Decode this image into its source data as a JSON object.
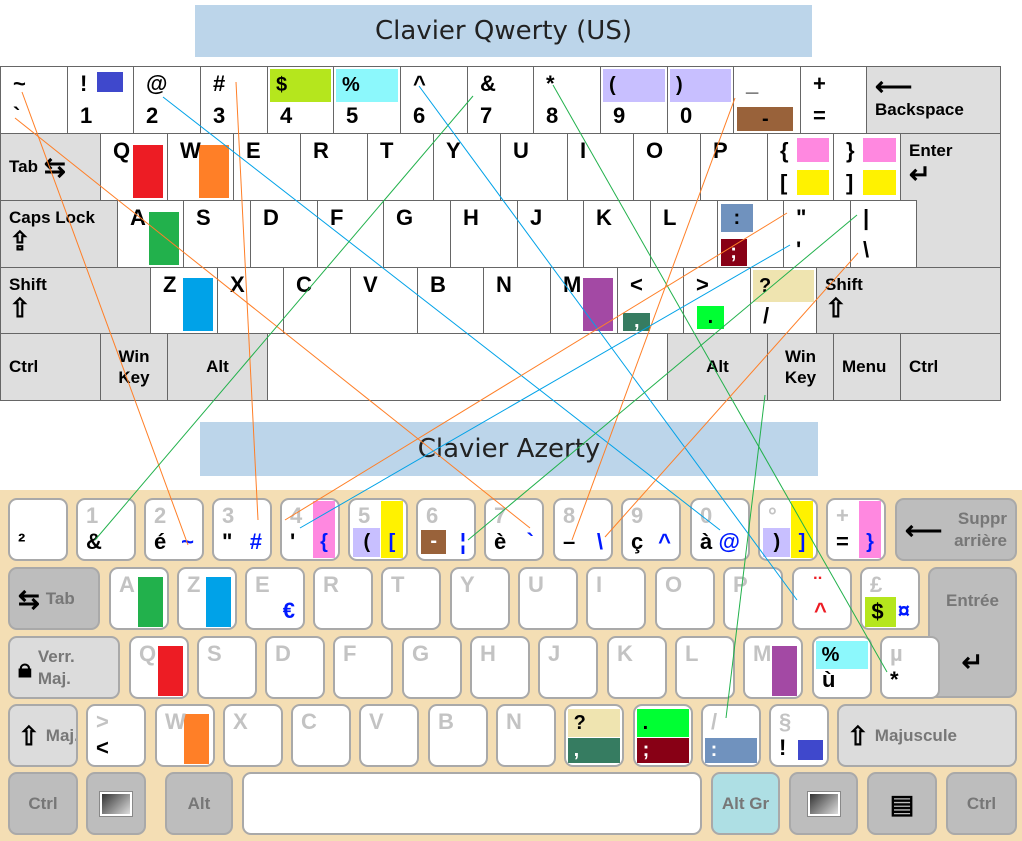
{
  "titles": {
    "qwerty": "Clavier Qwerty (US)",
    "azerty": "Clavier Azerty"
  },
  "qwerty": {
    "rows": [
      [
        {
          "t": "~",
          "b": "`"
        },
        {
          "t": "!",
          "b": "1",
          "sw": [
            {
              "c": "#3f48cc",
              "slot": "tr"
            }
          ]
        },
        {
          "t": "@",
          "b": "2"
        },
        {
          "t": "#",
          "b": "3"
        },
        {
          "t": "",
          "b": "4",
          "sw": [
            {
              "c": "#b5e61d",
              "slot": "top",
              "text": "$"
            }
          ]
        },
        {
          "t": "",
          "b": "5",
          "sw": [
            {
              "c": "#8cf8fc",
              "slot": "top",
              "text": "%"
            }
          ]
        },
        {
          "t": "^",
          "b": "6"
        },
        {
          "t": "&",
          "b": "7"
        },
        {
          "t": "*",
          "b": "8"
        },
        {
          "t": "",
          "b": "9",
          "sw": [
            {
              "c": "#c8bfff",
              "slot": "top",
              "text": "("
            }
          ]
        },
        {
          "t": "",
          "b": "0",
          "sw": [
            {
              "c": "#c8bfff",
              "slot": "top",
              "text": ")"
            }
          ]
        },
        {
          "t": "_",
          "b": "",
          "sw": [
            {
              "c": "#99623a",
              "slot": "bottom",
              "text": "-"
            }
          ]
        },
        {
          "t": "+",
          "b": "="
        },
        {
          "label": "Backspace",
          "icon": "backspace-arrow-icon",
          "special": true
        }
      ],
      [
        {
          "label": "Tab",
          "icon": "tab-arrows-icon",
          "special": true
        },
        {
          "t": "Q",
          "sw": [
            {
              "c": "#ed1c24",
              "slot": "right"
            }
          ]
        },
        {
          "t": "W",
          "sw": [
            {
              "c": "#ff7f27",
              "slot": "right"
            }
          ]
        },
        {
          "t": "E"
        },
        {
          "t": "R"
        },
        {
          "t": "T"
        },
        {
          "t": "Y"
        },
        {
          "t": "U"
        },
        {
          "t": "I"
        },
        {
          "t": "O"
        },
        {
          "t": "P"
        },
        {
          "t": "{",
          "b": "[",
          "sw": [
            {
              "c": "#ff88e0",
              "slot": "tr2"
            },
            {
              "c": "#fff200",
              "slot": "br2"
            }
          ]
        },
        {
          "t": "}",
          "b": "]",
          "sw": [
            {
              "c": "#ff88e0",
              "slot": "tr2"
            },
            {
              "c": "#fff200",
              "slot": "br2"
            }
          ]
        },
        {
          "label": "Enter",
          "icon": "enter-arrow-icon",
          "special": true
        }
      ],
      [
        {
          "label": "Caps Lock",
          "icon": "caps-lock-icon",
          "special": true
        },
        {
          "t": "A",
          "sw": [
            {
              "c": "#22b14c",
              "slot": "right"
            }
          ]
        },
        {
          "t": "S"
        },
        {
          "t": "D"
        },
        {
          "t": "F"
        },
        {
          "t": "G"
        },
        {
          "t": "H"
        },
        {
          "t": "J"
        },
        {
          "t": "K"
        },
        {
          "t": "L"
        },
        {
          "sw": [
            {
              "c": "#7092be",
              "slot": "tl",
              "text": ":"
            },
            {
              "c": "#880015",
              "slot": "bl",
              "text": ";"
            }
          ]
        },
        {
          "t": "\"",
          "b": "'"
        },
        {
          "t": "|",
          "b": "\\"
        }
      ],
      [
        {
          "label": "Shift",
          "icon": "shift-arrow-icon",
          "special": true
        },
        {
          "t": "Z",
          "sw": [
            {
              "c": "#00a2e8",
              "slot": "right"
            }
          ]
        },
        {
          "t": "X"
        },
        {
          "t": "C"
        },
        {
          "t": "V"
        },
        {
          "t": "B"
        },
        {
          "t": "N"
        },
        {
          "t": "M",
          "sw": [
            {
              "c": "#a349a4",
              "slot": "right"
            }
          ]
        },
        {
          "t": "<",
          "sw": [
            {
              "c": "#367c61",
              "slot": "bls",
              "text": ","
            }
          ]
        },
        {
          "t": ">",
          "sw": [
            {
              "c": "#00ff33",
              "slot": "bcs",
              "text": "."
            }
          ]
        },
        {
          "b": "/",
          "sw": [
            {
              "c": "#efe4b0",
              "slot": "top",
              "text": "?"
            }
          ]
        },
        {
          "label": "Shift",
          "icon": "shift-arrow-icon",
          "special": true
        }
      ],
      [
        {
          "label": "Ctrl",
          "special": true
        },
        {
          "label": "Win\nKey",
          "special": true
        },
        {
          "label": "Alt",
          "special": true
        },
        {
          "label": "",
          "special": true,
          "space": true
        },
        {
          "label": "Alt",
          "special": true
        },
        {
          "label": "Win\nKey",
          "special": true
        },
        {
          "label": "Menu",
          "special": true
        },
        {
          "label": "Ctrl",
          "special": true
        }
      ]
    ]
  },
  "azerty": {
    "rows": [
      [
        {
          "b": "²"
        },
        {
          "t": "1",
          "b": "&"
        },
        {
          "t": "2",
          "b": "é",
          "br": "~"
        },
        {
          "t": "3",
          "b": "\"",
          "br": "#"
        },
        {
          "t": "4",
          "b": "'",
          "sw": [
            {
              "c": "#ff88e0",
              "slot": "rfull",
              "text": "{"
            }
          ]
        },
        {
          "t": "5",
          "sw": [
            {
              "c": "#c8bfff",
              "slot": "bl",
              "text": "("
            },
            {
              "c": "#fff200",
              "slot": "rfull",
              "text": "["
            }
          ]
        },
        {
          "t": "6",
          "br": "¦",
          "sw": [
            {
              "c": "#99623a",
              "slot": "bl2",
              "text": "-"
            }
          ]
        },
        {
          "t": "7",
          "b": "è",
          "br": "`"
        },
        {
          "t": "8",
          "b": "–",
          "br": "\\"
        },
        {
          "t": "9",
          "b": "ç",
          "br": "^"
        },
        {
          "t": "0",
          "b": "à",
          "br": "@"
        },
        {
          "t": "°",
          "sw": [
            {
              "c": "#c8bfff",
              "slot": "bl",
              "text": ")"
            },
            {
              "c": "#fff200",
              "slot": "rfull",
              "text": "]"
            }
          ]
        },
        {
          "t": "+",
          "b": "=",
          "sw": [
            {
              "c": "#ff88e0",
              "slot": "rfull",
              "text": "}"
            }
          ]
        },
        {
          "label": "Suppr\narrière",
          "icon": "backspace-arrow-icon",
          "special": true
        }
      ],
      [
        {
          "label": "Tab",
          "icon": "tab-arrows-icon",
          "special": true
        },
        {
          "t": "A",
          "sw": [
            {
              "c": "#22b14c",
              "slot": "right"
            }
          ]
        },
        {
          "t": "Z",
          "sw": [
            {
              "c": "#00a2e8",
              "slot": "right"
            }
          ]
        },
        {
          "t": "E",
          "br": "€"
        },
        {
          "t": "R"
        },
        {
          "t": "T"
        },
        {
          "t": "Y"
        },
        {
          "t": "U"
        },
        {
          "t": "I"
        },
        {
          "t": "O"
        },
        {
          "t": "P"
        },
        {
          "t": "¨",
          "b": "^",
          "dead": true
        },
        {
          "t": "£",
          "br": "¤",
          "sw": [
            {
              "c": "#b5e61d",
              "slot": "lime",
              "text": "$"
            }
          ]
        },
        {
          "label": "Entrée",
          "icon": "enter-arrow-icon",
          "special": true
        }
      ],
      [
        {
          "label": "Verr.\nMaj.",
          "icon": "lock-icon",
          "special": true
        },
        {
          "t": "Q",
          "sw": [
            {
              "c": "#ed1c24",
              "slot": "right"
            }
          ]
        },
        {
          "t": "S"
        },
        {
          "t": "D"
        },
        {
          "t": "F"
        },
        {
          "t": "G"
        },
        {
          "t": "H"
        },
        {
          "t": "J"
        },
        {
          "t": "K"
        },
        {
          "t": "L"
        },
        {
          "t": "M",
          "sw": [
            {
              "c": "#a349a4",
              "slot": "right"
            }
          ]
        },
        {
          "b": "ù",
          "sw": [
            {
              "c": "#8cf8fc",
              "slot": "tb",
              "text": "%"
            }
          ]
        },
        {
          "t": "µ",
          "b": "*"
        }
      ],
      [
        {
          "label": "Maj.",
          "icon": "shift-arrow-icon",
          "special": true
        },
        {
          "t": ">",
          "b": "<"
        },
        {
          "t": "W",
          "sw": [
            {
              "c": "#ff7f27",
              "slot": "right"
            }
          ]
        },
        {
          "t": "X"
        },
        {
          "t": "C"
        },
        {
          "t": "V"
        },
        {
          "t": "B"
        },
        {
          "t": "N"
        },
        {
          "sw": [
            {
              "c": "#efe4b0",
              "slot": "tb",
              "text": "?"
            },
            {
              "c": "#367c61",
              "slot": "bb",
              "text": ","
            }
          ]
        },
        {
          "sw": [
            {
              "c": "#00ff33",
              "slot": "tb",
              "text": "."
            },
            {
              "c": "#880015",
              "slot": "bb",
              "text": ";"
            }
          ]
        },
        {
          "t": "/",
          "sw": [
            {
              "c": "#7092be",
              "slot": "bb",
              "text": ":"
            }
          ]
        },
        {
          "t": "§",
          "b": "!",
          "sw": [
            {
              "c": "#3f48cc",
              "slot": "br"
            }
          ]
        },
        {
          "label": "Majuscule",
          "icon": "shift-arrow-icon",
          "special": true
        }
      ],
      [
        {
          "label": "Ctrl",
          "special": true
        },
        {
          "label": "",
          "icon": "windows-key-icon",
          "special": true
        },
        {
          "label": "Alt",
          "special": true
        },
        {
          "label": "",
          "special": true,
          "space": true
        },
        {
          "label": "Alt Gr",
          "special": true,
          "altgr": true
        },
        {
          "label": "",
          "icon": "windows-key-icon",
          "special": true
        },
        {
          "label": "",
          "icon": "menu-key-icon",
          "special": true
        },
        {
          "label": "Ctrl",
          "special": true
        }
      ]
    ]
  }
}
